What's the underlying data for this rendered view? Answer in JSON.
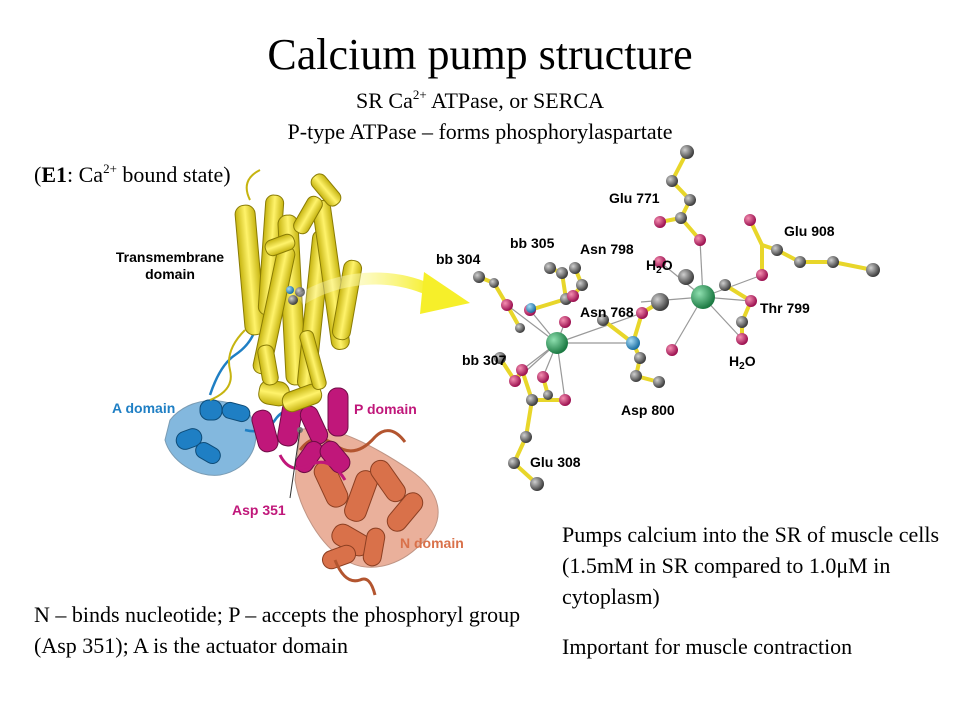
{
  "title": "Calcium pump structure",
  "subtitle": {
    "line1_pre": "SR Ca",
    "line1_sup": "2+",
    "line1_post": " ATPase, or SERCA",
    "line2": "P-type ATPase – forms phosphorylaspartate"
  },
  "state_label": {
    "open": "(",
    "bold": "E1",
    "mid": ": Ca",
    "sup": "2+",
    "post": " bound state)"
  },
  "structure_labels": {
    "transmembrane_1": "Transmembrane",
    "transmembrane_2": "domain",
    "a_domain": "A domain",
    "p_domain": "P domain",
    "asp351": "Asp 351",
    "n_domain": "N domain"
  },
  "site_labels": {
    "glu771": "Glu 771",
    "glu908": "Glu 908",
    "bb305": "bb 305",
    "asn798": "Asn 798",
    "bb304": "bb 304",
    "h2o_top": "H2O",
    "asn768": "Asn 768",
    "thr799": "Thr 799",
    "bb307": "bb 307",
    "h2o_bottom": "H2O",
    "asp800": "Asp 800",
    "glu308": "Glu 308"
  },
  "notes": {
    "bottom_left": "N – binds nucleotide; P – accepts the phosphoryl group (Asp 351); A is the actuator domain",
    "right_1": "Pumps calcium into the SR of muscle cells (1.5mM in SR compared to 1.0μM in cytoplasm)",
    "right_2": "Important for muscle contraction"
  },
  "colors": {
    "transmembrane": "#f2e21a",
    "a_domain": "#1f7fc4",
    "p_domain": "#c0177a",
    "n_domain": "#d9714a",
    "arrow": "#f6ef2a",
    "atom_oxygen": "#c2185b",
    "atom_carbon": "#666666",
    "atom_calcium": "#2e9e5b",
    "atom_water": "#3aa0d8",
    "bond": "#e8d62a"
  }
}
